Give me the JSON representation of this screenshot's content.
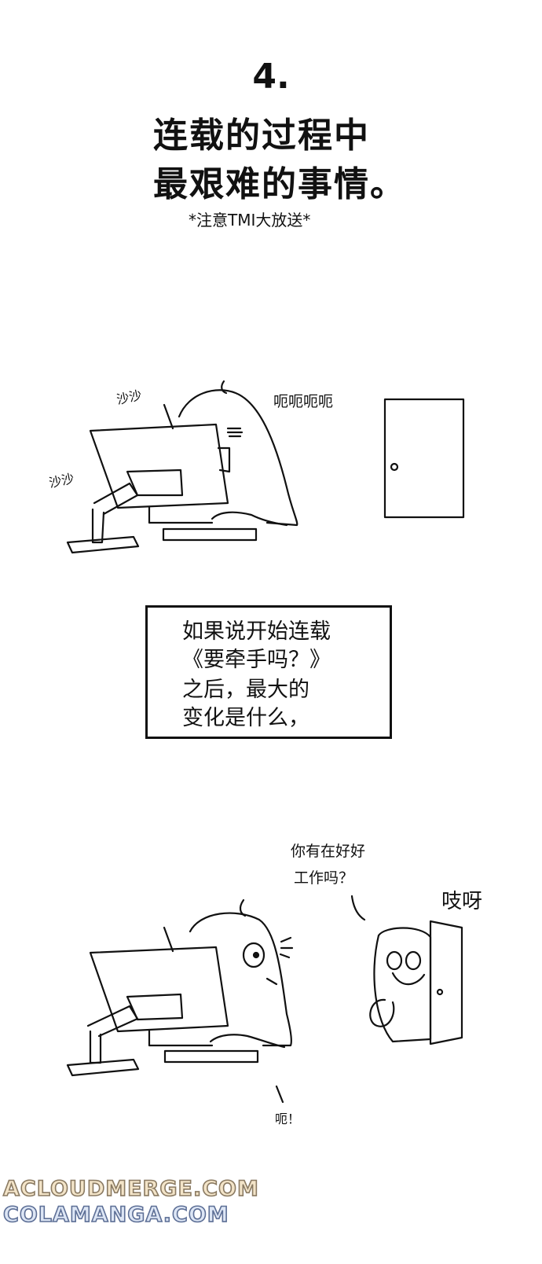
{
  "header": {
    "chapter_number": "4.",
    "title_line_1": "连载的过程中",
    "title_line_2": "最艰难的事情。",
    "subtitle": "*注意TMI大放送*"
  },
  "panel1": {
    "sfx_typing_1": "沙沙",
    "sfx_typing_2": "沙沙",
    "sfx_mumble": "呃呃呃呃"
  },
  "caption": {
    "lines": [
      "如果说开始连载",
      "《要牵手吗？》",
      "之后，最大的",
      "变化是什么，"
    ]
  },
  "panel2": {
    "speech_line_1": "你有在好好",
    "speech_line_2": "工作吗？",
    "sfx_door": "吱呀",
    "sfx_startle": "呃！"
  },
  "watermarks": [
    "ACLOUDMERGE.COM",
    "COLAMANGA.COM"
  ]
}
